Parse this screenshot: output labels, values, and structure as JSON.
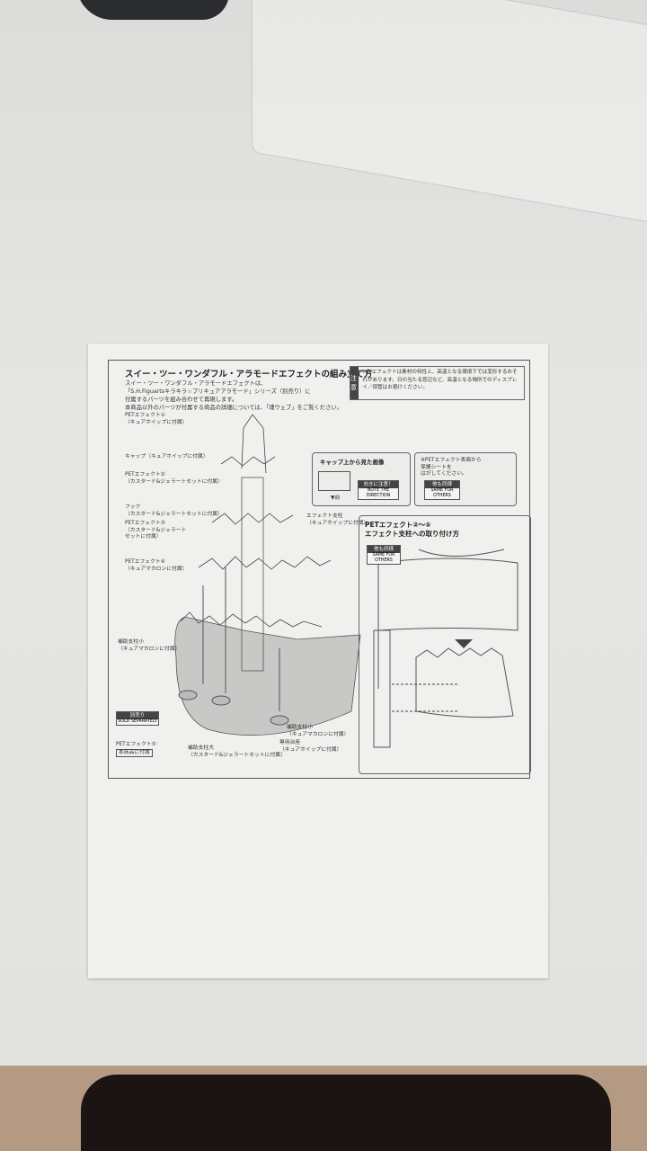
{
  "sheet": {
    "title": "スイー・ツー・ワンダフル・アラモードエフェクトの組み立て方",
    "intro": [
      "スイー・ツー・ワンダフル・アラモードエフェクトは、",
      "「S.H.Figuartsキラキラ☆プリキュアアラモード」シリーズ（別売り）に",
      "付属するパーツを組み合わせて再現します。",
      "本商品以外のパーツが付属する商品の詳細については、「魂ウェブ」をご覧ください。"
    ],
    "caution": {
      "tag": "注意",
      "text": "PETエフェクトは素材の特性上、高温となる環境下では変形するおそれがあります。日の当たる窓辺など、高温となる場所でのディスプレイ／保管はお避けください。"
    },
    "labels": {
      "pet1": [
        "PETエフェクト①",
        "（キュアホイップに付属）"
      ],
      "cap": [
        "キャップ（キュアホイップに付属）"
      ],
      "pet2": [
        "PETエフェクト②",
        "（カスタード&ジェラートセットに付属）"
      ],
      "hook": [
        "フック",
        "（カスタード&ジェラートセットに付属）"
      ],
      "pet3": [
        "PETエフェクト③",
        "（カスタード&ジェラート",
        "セットに付属）"
      ],
      "pet4": [
        "PETエフェクト④",
        "（キュアマカロンに付属）"
      ],
      "pillar": [
        "エフェクト支柱",
        "（キュアホイップに付属）"
      ],
      "subsmall1": [
        "補助支柱小",
        "（キュアマカロンに付属）"
      ],
      "subsmall2": [
        "補助支柱小",
        "（キュアマカロンに付属）"
      ],
      "sublarge": [
        "補助支柱大",
        "（カスタード&ジェラートセットに付属）"
      ],
      "base": [
        "専用台座",
        "（キュアホイップに付属）"
      ],
      "pet5": [
        "PETエフェクト⑤"
      ],
      "pet5tag": "本商品に付属"
    },
    "sold_separately": {
      "jp": "別売り",
      "en": "SOLD SEPARATELY"
    },
    "cap_view": {
      "title": "キャップ上から見た画像",
      "front": "▼前",
      "badge_jp": "向きに注意！",
      "badge_en": "NOTE THE DIRECTION"
    },
    "peel": {
      "text": [
        "※PETエフェクト表面から",
        "保護シートを",
        "はがしてください。"
      ],
      "badge_jp": "他も同様",
      "badge_en": "SAME FOR OTHERS"
    },
    "attach": {
      "title": [
        "PETエフェクト②～⑤",
        "エフェクト支柱への取り付け方"
      ],
      "badge_jp": "他も同様",
      "badge_en": "SAME FOR OTHERS"
    }
  }
}
